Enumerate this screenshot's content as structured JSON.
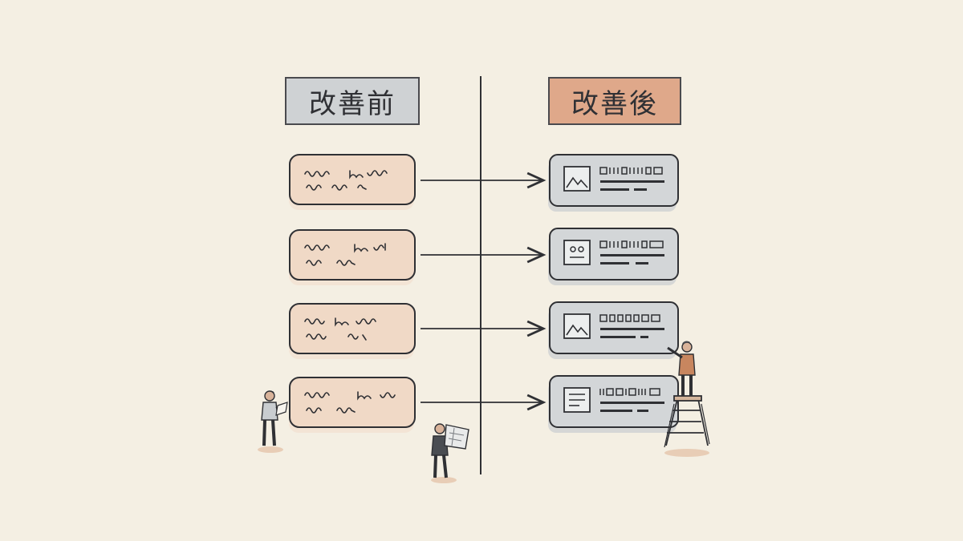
{
  "headers": {
    "before": "改善前",
    "after": "改善後"
  },
  "colors": {
    "background": "#f4efe3",
    "before_header": "#cfd2d4",
    "after_header": "#dfa88a",
    "before_card": "#f2dccb",
    "after_card": "#d3d6d8",
    "ink": "#2f3034"
  },
  "before_cards": [
    {
      "content": "handwritten-scribble"
    },
    {
      "content": "handwritten-scribble"
    },
    {
      "content": "handwritten-scribble"
    },
    {
      "content": "handwritten-scribble"
    }
  ],
  "after_cards": [
    {
      "icon": "image-icon"
    },
    {
      "icon": "profile-icon"
    },
    {
      "icon": "image-icon"
    },
    {
      "icon": "document-icon"
    }
  ],
  "figures": [
    {
      "name": "person-holding-paper",
      "icon": "person-icon"
    },
    {
      "name": "person-reading-blueprint",
      "icon": "person-icon"
    },
    {
      "name": "person-on-ladder-pointing",
      "icon": "person-icon"
    }
  ]
}
